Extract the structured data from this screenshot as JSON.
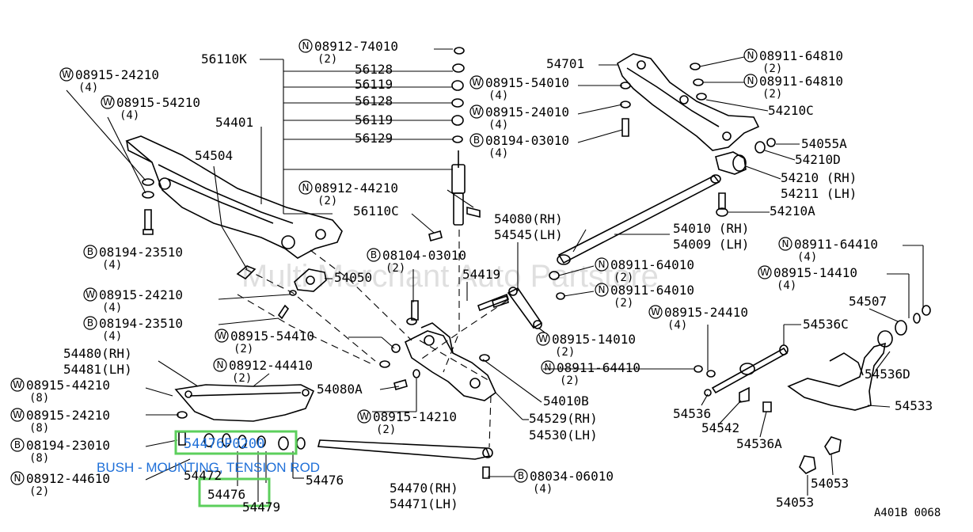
{
  "watermark": "Multi Merchant Auto Partstore",
  "reference_code": "A401B 0068",
  "highlight": {
    "part_number": "54476P0200",
    "description": "BUSH - MOUNTING, TENSION ROD",
    "callout_number": "54476"
  },
  "labels": [
    {
      "id": "08912-74010",
      "prefix": "N",
      "text": "08912-74010",
      "qty": "(2)"
    },
    {
      "id": "56110K",
      "text": "56110K"
    },
    {
      "id": "56128a",
      "text": "56128"
    },
    {
      "id": "56119a",
      "text": "56119"
    },
    {
      "id": "56128b",
      "text": "56128"
    },
    {
      "id": "56119b",
      "text": "56119"
    },
    {
      "id": "56129",
      "text": "56129"
    },
    {
      "id": "08915-54010",
      "prefix": "W",
      "text": "08915-54010",
      "qty": "(4)"
    },
    {
      "id": "08915-24010",
      "prefix": "W",
      "text": "08915-24010",
      "qty": "(4)"
    },
    {
      "id": "08194-03010",
      "prefix": "B",
      "text": "08194-03010",
      "qty": "(4)"
    },
    {
      "id": "08912-44210",
      "prefix": "N",
      "text": "08912-44210",
      "qty": "(2)"
    },
    {
      "id": "56110C",
      "text": "56110C"
    },
    {
      "id": "08915-24210a",
      "prefix": "W",
      "text": "08915-24210",
      "qty": "(4)"
    },
    {
      "id": "08915-54210",
      "prefix": "W",
      "text": "08915-54210",
      "qty": "(4)"
    },
    {
      "id": "54401",
      "text": "54401"
    },
    {
      "id": "54504",
      "text": "54504"
    },
    {
      "id": "08194-23510a",
      "prefix": "B",
      "text": "08194-23510",
      "qty": "(4)"
    },
    {
      "id": "54050",
      "text": "54050"
    },
    {
      "id": "08104-03010",
      "prefix": "B",
      "text": "08104-03010",
      "qty": "(2)"
    },
    {
      "id": "54419",
      "text": "54419"
    },
    {
      "id": "08915-24210b",
      "prefix": "W",
      "text": "08915-24210",
      "qty": "(4)"
    },
    {
      "id": "08194-23510b",
      "prefix": "B",
      "text": "08194-23510",
      "qty": "(4)"
    },
    {
      "id": "08915-54410",
      "prefix": "W",
      "text": "08915-54410",
      "qty": "(2)"
    },
    {
      "id": "54480",
      "text": "54480(RH)"
    },
    {
      "id": "54481",
      "text": "54481(LH)"
    },
    {
      "id": "08912-44410",
      "prefix": "N",
      "text": "08912-44410",
      "qty": "(2)"
    },
    {
      "id": "08915-44210",
      "prefix": "W",
      "text": "08915-44210",
      "qty": "(8)"
    },
    {
      "id": "08915-24210c",
      "prefix": "W",
      "text": "08915-24210",
      "qty": "(8)"
    },
    {
      "id": "08194-23010",
      "prefix": "B",
      "text": "08194-23010",
      "qty": "(8)"
    },
    {
      "id": "08912-44610",
      "prefix": "N",
      "text": "08912-44610",
      "qty": "(2)"
    },
    {
      "id": "54472",
      "text": "54472"
    },
    {
      "id": "54476a",
      "text": "54476"
    },
    {
      "id": "54479",
      "text": "54479"
    },
    {
      "id": "54080A",
      "text": "54080A"
    },
    {
      "id": "08915-14210",
      "prefix": "W",
      "text": "08915-14210",
      "qty": "(2)"
    },
    {
      "id": "54470",
      "text": "54470(RH)"
    },
    {
      "id": "54471",
      "text": "54471(LH)"
    },
    {
      "id": "08034-06010",
      "prefix": "B",
      "text": "08034-06010",
      "qty": "(4)"
    },
    {
      "id": "54529",
      "text": "54529(RH)"
    },
    {
      "id": "54530",
      "text": "54530(LH)"
    },
    {
      "id": "54010B",
      "text": "54010B"
    },
    {
      "id": "54080",
      "text": "54080(RH)"
    },
    {
      "id": "54545",
      "text": "54545(LH)"
    },
    {
      "id": "08911-64010a",
      "prefix": "N",
      "text": "08911-64010",
      "qty": "(2)"
    },
    {
      "id": "08911-64010b",
      "prefix": "N",
      "text": "08911-64010",
      "qty": "(2)"
    },
    {
      "id": "08915-14010",
      "prefix": "W",
      "text": "08915-14010",
      "qty": "(2)"
    },
    {
      "id": "08911-64410a",
      "prefix": "N",
      "text": "08911-64410",
      "qty": "(2)"
    },
    {
      "id": "54701",
      "text": "54701"
    },
    {
      "id": "08911-64810a",
      "prefix": "N",
      "text": "08911-64810",
      "qty": "(2)"
    },
    {
      "id": "08911-64810b",
      "prefix": "N",
      "text": "08911-64810",
      "qty": "(2)"
    },
    {
      "id": "54210C",
      "text": "54210C"
    },
    {
      "id": "54055A",
      "text": "54055A"
    },
    {
      "id": "54210D",
      "text": "54210D"
    },
    {
      "id": "54210",
      "text": "54210 (RH)"
    },
    {
      "id": "54211",
      "text": "54211 (LH)"
    },
    {
      "id": "54210A",
      "text": "54210A"
    },
    {
      "id": "54010",
      "text": "54010 (RH)"
    },
    {
      "id": "54009",
      "text": "54009 (LH)"
    },
    {
      "id": "08911-64410b",
      "prefix": "N",
      "text": "08911-64410",
      "qty": "(4)"
    },
    {
      "id": "08915-14410",
      "prefix": "W",
      "text": "08915-14410",
      "qty": "(4)"
    },
    {
      "id": "54507",
      "text": "54507"
    },
    {
      "id": "08915-24410",
      "prefix": "W",
      "text": "08915-24410",
      "qty": "(4)"
    },
    {
      "id": "54536C",
      "text": "54536C"
    },
    {
      "id": "54536D",
      "text": "54536D"
    },
    {
      "id": "54533",
      "text": "54533"
    },
    {
      "id": "54536",
      "text": "54536"
    },
    {
      "id": "54542",
      "text": "54542"
    },
    {
      "id": "54536A",
      "text": "54536A"
    },
    {
      "id": "54053a",
      "text": "54053"
    },
    {
      "id": "54053b",
      "text": "54053"
    }
  ]
}
